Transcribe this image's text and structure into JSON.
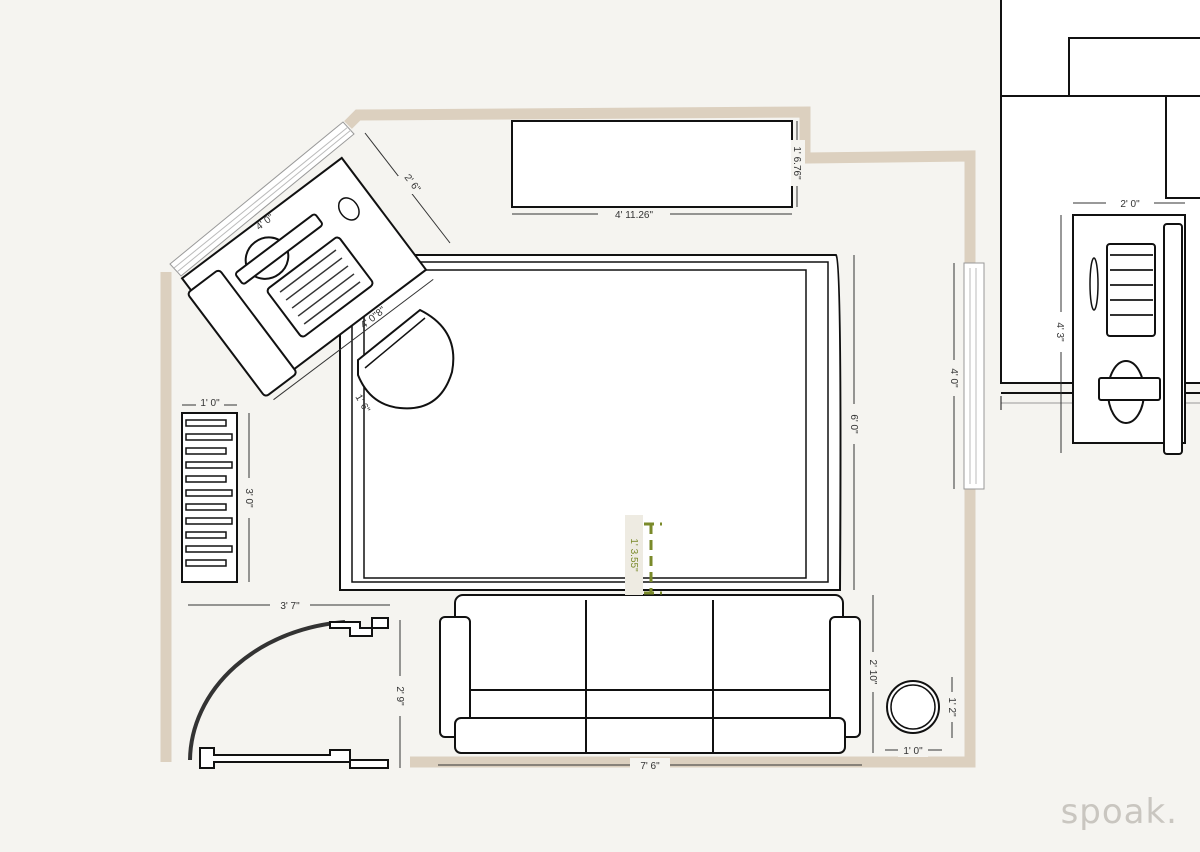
{
  "colors": {
    "wall": "#dcd0bf",
    "background": "#f5f4f0",
    "highlight": "#7a8a2a"
  },
  "dimensions": {
    "console_width": "4' 11.26\"",
    "console_depth": "1' 6.76\"",
    "desk_depth": "2' 6\"",
    "desk_width": "4' 0\"",
    "chair_width": "4' 0\"8\"",
    "chair_depth": "1' 6\"",
    "radiator_width": "1' 0\"",
    "radiator_length": "3' 0\"",
    "rug_length": "6' 0\"",
    "window_right": "4' 0\"",
    "door_gap": "3' 7\"",
    "door_width": "2' 9\"",
    "sofa_depth": "2' 10\"",
    "sofa_width": "7' 6\"",
    "side_table_depth": "1' 2\"",
    "side_table_width": "1' 0\"",
    "measure_highlight": "1' 3.55\"",
    "neighbor_desk_width": "2' 0\"",
    "neighbor_desk_length": "4' 3\""
  },
  "logo": "spoak."
}
